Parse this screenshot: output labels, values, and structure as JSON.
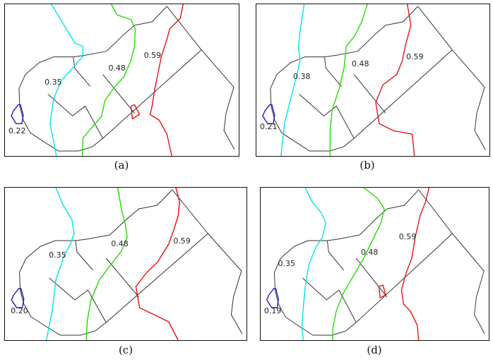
{
  "colors": {
    "outline": "#333333",
    "cyan": "#00e5ee",
    "green": "#22dd00",
    "red": "#ee1111",
    "blue": "#1a1acc"
  },
  "panels": [
    {
      "caption": "(a)",
      "labels": {
        "cyan": "0.35",
        "green": "0.48",
        "red": "0.59",
        "blue": "0.22"
      }
    },
    {
      "caption": "(b)",
      "labels": {
        "cyan": "0.38",
        "green": "0.48",
        "red": "0.59",
        "blue": "0.21"
      }
    },
    {
      "caption": "(c)",
      "labels": {
        "cyan": "0.35",
        "green": "0.48",
        "red": "0.59",
        "blue": "0.20"
      }
    },
    {
      "caption": "(d)",
      "labels": {
        "cyan": "0.35",
        "green": "0.48",
        "red": "0.59",
        "blue": "0.19"
      }
    }
  ]
}
